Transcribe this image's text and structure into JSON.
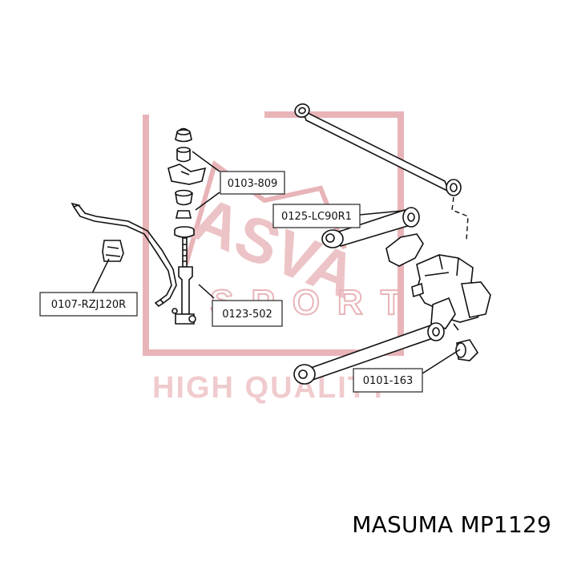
{
  "watermark": {
    "brand": "ASVA",
    "sport": "SPORT",
    "tagline": "HIGH QUALITY",
    "color": "#e8b4b8"
  },
  "callouts": [
    {
      "id": "c1",
      "label": "0103-809"
    },
    {
      "id": "c2",
      "label": "0125-LC90R1"
    },
    {
      "id": "c3",
      "label": "0107-RZJ120R"
    },
    {
      "id": "c4",
      "label": "0123-502"
    },
    {
      "id": "c5",
      "label": "0101-163"
    }
  ],
  "footer": {
    "text": "MASUMA MP1129"
  },
  "colors": {
    "line": "#111111",
    "box_border": "#333333",
    "background": "#ffffff"
  }
}
